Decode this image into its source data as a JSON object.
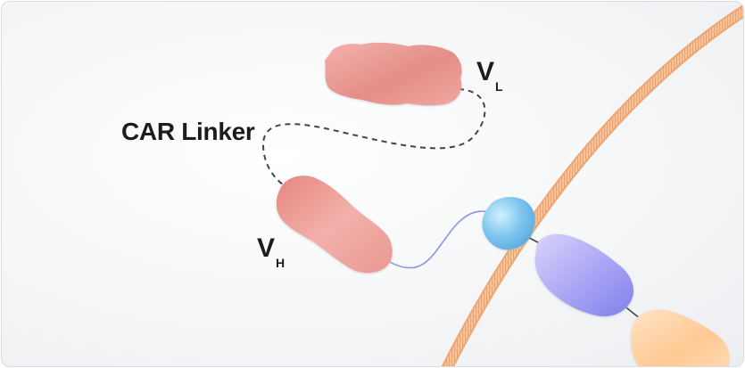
{
  "labels": {
    "linker": "CAR Linker",
    "vl_main": "V",
    "vl_sub": "L",
    "vh_main": "V",
    "vh_sub": "H"
  },
  "colors": {
    "membrane": "#f4b07e",
    "membrane_hatch": "#e79f6a",
    "vl_domain": "#eb9a94",
    "vh_domain": "#ea9690",
    "transmembrane": "#8fcff0",
    "signaling_1": "#b9b5f7",
    "signaling_2": "#ffd4ae",
    "tether": "#8c94e6",
    "linker": "#444444"
  }
}
